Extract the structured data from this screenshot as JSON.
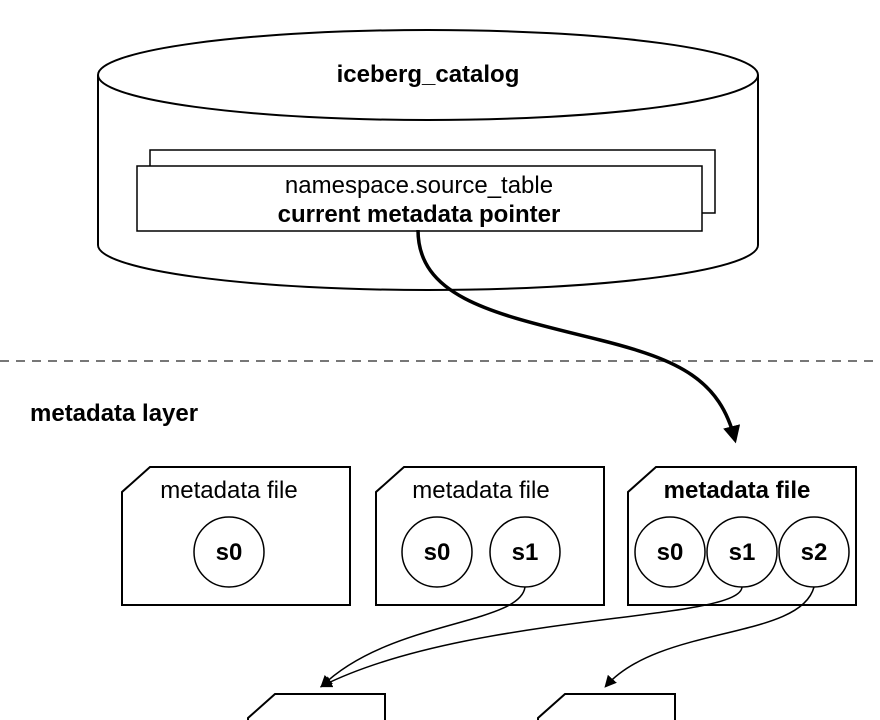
{
  "catalog": {
    "title": "iceberg_catalog",
    "entry_name": "namespace.source_table",
    "entry_pointer": "current metadata pointer"
  },
  "layers": {
    "metadata": "metadata layer"
  },
  "metadata_files": [
    {
      "label": "metadata file",
      "current": false,
      "snapshots": [
        "s0"
      ]
    },
    {
      "label": "metadata file",
      "current": false,
      "snapshots": [
        "s0",
        "s1"
      ]
    },
    {
      "label": "metadata file",
      "current": true,
      "snapshots": [
        "s0",
        "s1",
        "s2"
      ]
    }
  ],
  "colors": {
    "current_label": "#4f81bd",
    "stroke": "#000000"
  }
}
